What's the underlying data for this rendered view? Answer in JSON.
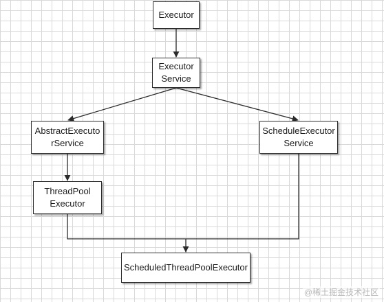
{
  "diagram": {
    "nodes": {
      "executor": "Executor",
      "executor_service": "Executor\nService",
      "abstract_executor_service": "AbstractExecuto\nrService",
      "schedule_executor_service": "ScheduleExecutor\nService",
      "thread_pool_executor": "ThreadPool\nExecutor",
      "scheduled_thread_pool_executor": "ScheduledThreadPoolExecutor"
    },
    "watermark": "@稀土掘金技术社区"
  }
}
